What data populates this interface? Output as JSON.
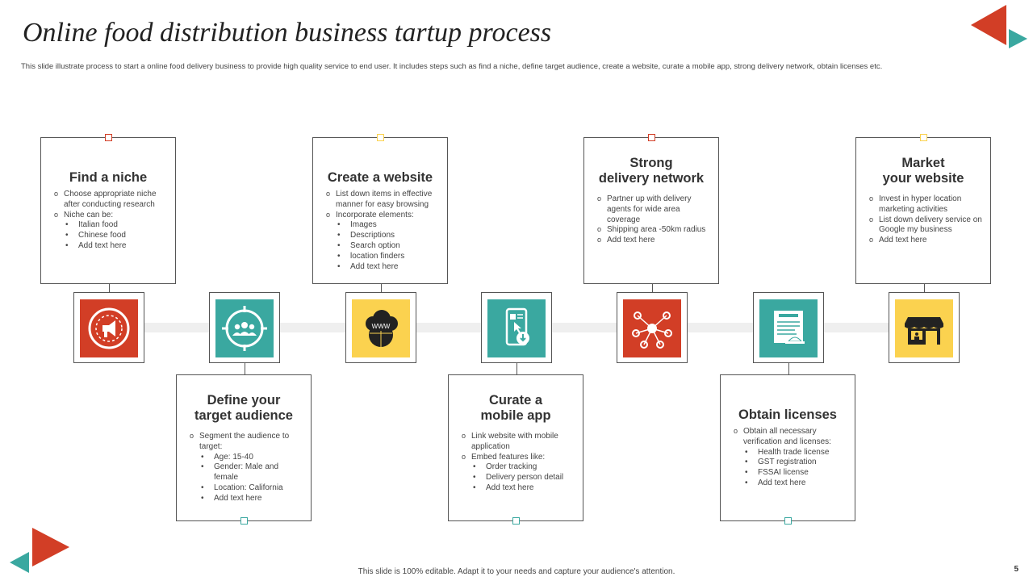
{
  "header": {
    "title": "Online food distribution business tartup process",
    "subtitle": "This slide illustrate process to start a online  food delivery business to provide high quality service to end user. It includes steps such as find a niche, define target audience, create a  website, curate a mobile app, strong delivery network, obtain licenses etc."
  },
  "colors": {
    "red": "#D23E26",
    "teal": "#3AA8A0",
    "yellow": "#FBD24F",
    "border": "#555555"
  },
  "steps": [
    {
      "title_lines": [
        "Find a niche"
      ],
      "icon": "megaphone-icon",
      "color": "#D23E26",
      "bullets": [
        {
          "text": "Choose appropriate niche after conducting research",
          "sub": []
        },
        {
          "text": "Niche can be:",
          "sub": [
            "Italian  food",
            "Chinese food",
            "Add text here"
          ]
        }
      ]
    },
    {
      "title_lines": [
        "Define your",
        "target audience"
      ],
      "icon": "audience-target-icon",
      "color": "#3AA8A0",
      "bullets": [
        {
          "text": "Segment the audience to target:",
          "sub": [
            "Age: 15-40",
            "Gender: Male and female",
            "Location: California",
            "Add text here"
          ]
        }
      ]
    },
    {
      "title_lines": [
        "Create a website"
      ],
      "icon": "www-cloud-icon",
      "color": "#FBD24F",
      "bullets": [
        {
          "text": "List down items in effective manner for easy browsing",
          "sub": []
        },
        {
          "text": "Incorporate elements:",
          "sub": [
            "Images",
            "Descriptions",
            "Search option",
            "location finders",
            "Add text here"
          ]
        }
      ]
    },
    {
      "title_lines": [
        "Curate a",
        "mobile app"
      ],
      "icon": "mobile-app-icon",
      "color": "#3AA8A0",
      "bullets": [
        {
          "text": "Link  website with mobile application",
          "sub": []
        },
        {
          "text": "Embed  features like:",
          "sub": [
            "Order tracking",
            "Delivery person detail",
            "Add text here"
          ]
        }
      ]
    },
    {
      "title_lines": [
        "Strong",
        "delivery network"
      ],
      "icon": "network-icon",
      "color": "#D23E26",
      "bullets": [
        {
          "text": "Partner up with delivery agents for wide area coverage",
          "sub": []
        },
        {
          "text": "Shipping  area -50km radius",
          "sub": []
        },
        {
          "text": "Add text here",
          "sub": []
        }
      ]
    },
    {
      "title_lines": [
        "Obtain licenses"
      ],
      "icon": "license-document-icon",
      "color": "#3AA8A0",
      "bullets": [
        {
          "text": "Obtain  all necessary verification and licenses:",
          "sub": [
            "Health trade license",
            "GST registration",
            "FSSAI license",
            "Add text here"
          ]
        }
      ]
    },
    {
      "title_lines": [
        "Market",
        "your website"
      ],
      "icon": "storefront-icon",
      "color": "#FBD24F",
      "bullets": [
        {
          "text": "Invest in hyper location marketing activities",
          "sub": []
        },
        {
          "text": "List down delivery service on Google my business",
          "sub": []
        },
        {
          "text": "Add text here",
          "sub": []
        }
      ]
    }
  ],
  "footer": {
    "note": "This slide is 100% editable.  Adapt it to your needs and capture your audience's attention.",
    "page_number": "5"
  }
}
